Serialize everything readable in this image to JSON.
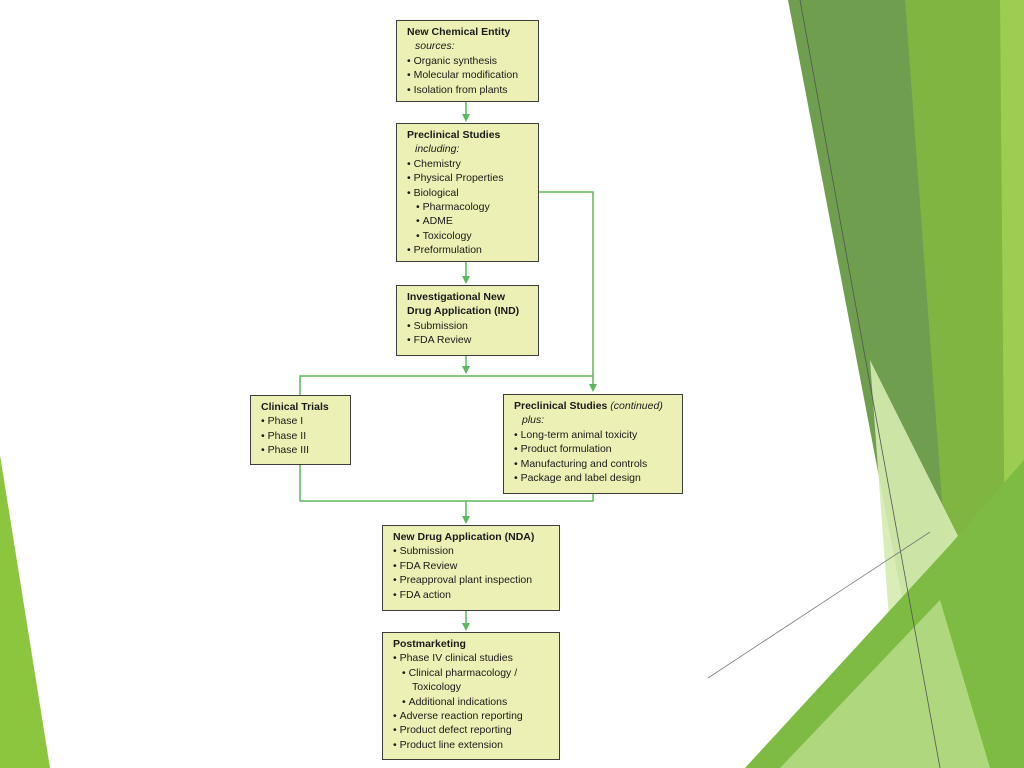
{
  "theme": {
    "line_color": "#5cb85c",
    "box_fill": "#ecf0b4",
    "box_border": "#3d3d3d",
    "accent_dark_green": "#6a9f4a",
    "accent_light_green": "#8cc63f"
  },
  "boxes": {
    "nce": {
      "title": "New Chemical Entity",
      "subtitle": "sources:",
      "items": [
        "Organic synthesis",
        "Molecular modification",
        "Isolation from plants"
      ]
    },
    "preclinical": {
      "title": "Preclinical Studies",
      "subtitle": "including:",
      "items": [
        "Chemistry",
        "Physical Properties",
        "Biological"
      ],
      "subitems": [
        "Pharmacology",
        "ADME",
        "Toxicology"
      ],
      "last_item": "Preformulation"
    },
    "ind": {
      "title_line1": "Investigational New",
      "title_line2": "Drug Application (IND)",
      "items": [
        "Submission",
        "FDA Review"
      ]
    },
    "clinical": {
      "title": "Clinical Trials",
      "items": [
        "Phase I",
        "Phase II",
        "Phase III"
      ]
    },
    "preclinical_cont": {
      "title": "Preclinical Studies",
      "title_note": "(continued)",
      "subtitle": "plus:",
      "items": [
        "Long-term animal toxicity",
        "Product formulation",
        "Manufacturing and controls",
        "Package and label design"
      ]
    },
    "nda": {
      "title": "New Drug Application (NDA)",
      "items": [
        "Submission",
        "FDA Review",
        "Preapproval plant inspection",
        "FDA action"
      ]
    },
    "post": {
      "title": "Postmarketing",
      "item1": "Phase IV clinical studies",
      "subitem1_line1": "Clinical pharmacology /",
      "subitem1_line2": "Toxicology",
      "subitem2": "Additional indications",
      "items": [
        "Adverse reaction reporting",
        "Product defect reporting",
        "Product line extension"
      ]
    }
  }
}
